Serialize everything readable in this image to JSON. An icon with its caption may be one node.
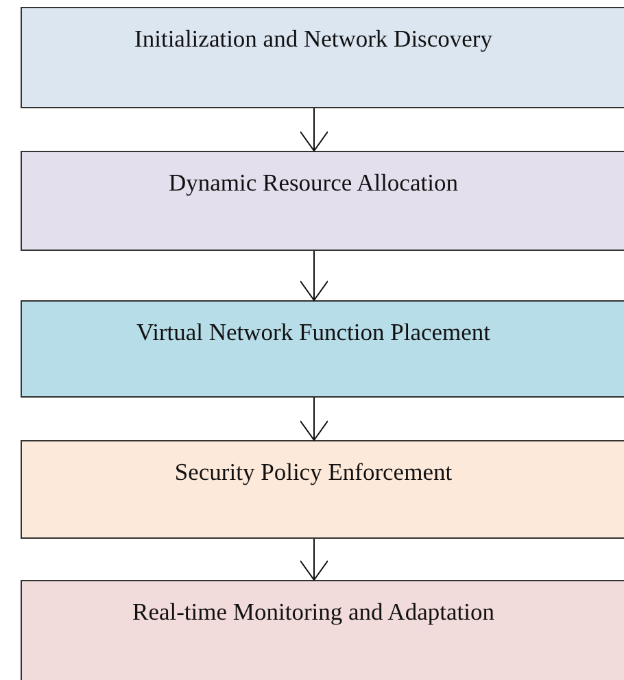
{
  "diagram": {
    "nodes": [
      {
        "text": [
          "Initialization and Network Discovery"
        ]
      },
      {
        "text": [
          "Dynamic Resource Allocation"
        ]
      },
      {
        "text": [
          "Virtual Network Function Placement"
        ]
      },
      {
        "text": [
          "Security Policy Enforcement"
        ]
      },
      {
        "text": [
          "Real-time Monitoring and Adaptation"
        ]
      }
    ],
    "edges": [
      {
        "from": 0,
        "to": 1,
        "arrow": "to"
      },
      {
        "from": 1,
        "to": 2,
        "arrow": "to"
      },
      {
        "from": 2,
        "to": 3,
        "arrow": "to"
      },
      {
        "from": 3,
        "to": 4,
        "arrow": "to"
      }
    ]
  }
}
